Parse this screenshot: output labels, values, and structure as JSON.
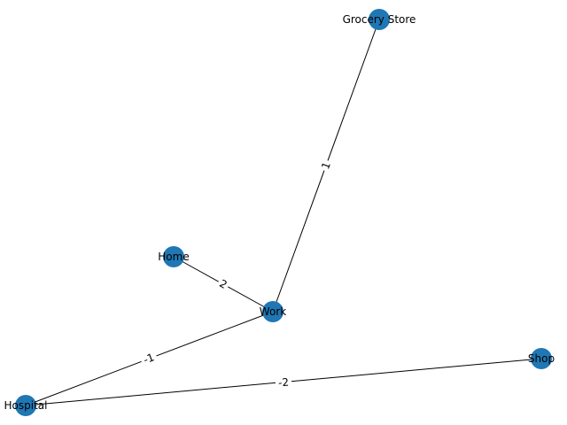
{
  "graph": {
    "node_color": "#1f77b4",
    "edge_color": "#000000",
    "label_color": "#000000",
    "nodes": [
      {
        "id": "grocery",
        "label": "Grocery Store"
      },
      {
        "id": "home",
        "label": "Home"
      },
      {
        "id": "work",
        "label": "Work"
      },
      {
        "id": "shop",
        "label": "Shop"
      },
      {
        "id": "hospital",
        "label": "Hospital"
      }
    ],
    "edges": [
      {
        "source": "work",
        "target": "grocery",
        "label": "1"
      },
      {
        "source": "home",
        "target": "work",
        "label": "2"
      },
      {
        "source": "work",
        "target": "hospital",
        "label": "-1"
      },
      {
        "source": "hospital",
        "target": "shop",
        "label": "-2"
      }
    ]
  }
}
